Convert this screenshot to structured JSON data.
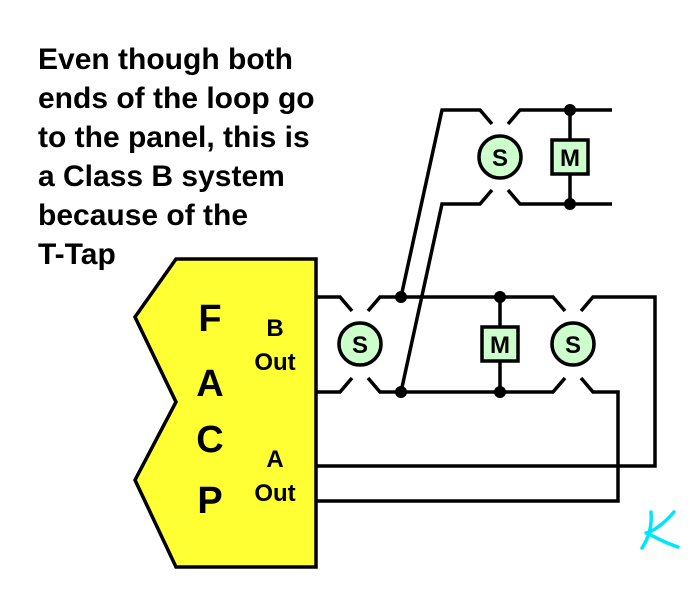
{
  "caption": [
    "Even though both",
    "ends of the loop go",
    "to the panel, this is",
    "a Class B system",
    "because of the",
    "T-Tap"
  ],
  "panel": {
    "letters": [
      "F",
      "A",
      "C",
      "P"
    ],
    "b_out": [
      "B",
      "Out"
    ],
    "a_out": [
      "A",
      "Out"
    ]
  },
  "devices": {
    "smoke_label": "S",
    "module_label": "M"
  },
  "colors": {
    "panel_fill": "#ffff33",
    "device_fill": "#ccffcc",
    "wire": "#000000",
    "signature": "#00e5ff"
  },
  "signature": "K"
}
